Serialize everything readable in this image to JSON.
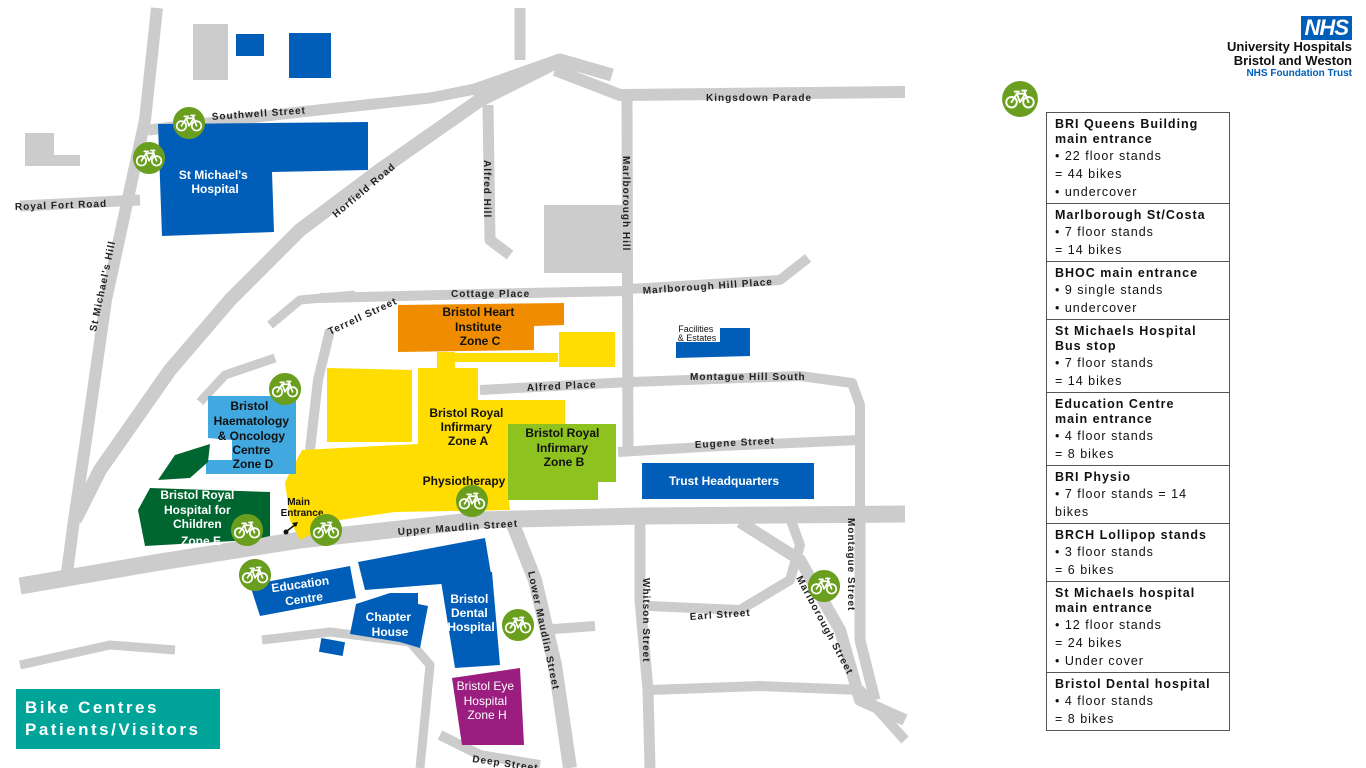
{
  "logo": {
    "badge": "NHS",
    "line1": "University Hospitals",
    "line2": "Bristol and Weston",
    "line3": "NHS Foundation Trust"
  },
  "title": {
    "line1": "Bike Centres",
    "line2": "Patients/Visitors"
  },
  "streets": {
    "southwell": "Southwell Street",
    "royal_fort": "Royal Fort Road",
    "st_michaels_hill": "St Michael's Hill",
    "horfield": "Horfield Road",
    "alfred_hill": "Alfred Hill",
    "kingsdown": "Kingsdown Parade",
    "marlborough_hill": "Marlborough Hill",
    "marlborough_hill_place": "Marlborough Hill Place",
    "cottage": "Cottage Place",
    "terrell": "Terrell Street",
    "alfred_place": "Alfred Place",
    "montague_hill_south": "Montague Hill South",
    "eugene": "Eugene Street",
    "upper_maudlin": "Upper Maudlin Street",
    "lower_maudlin": "Lower Maudlin Street",
    "whitson": "Whitson Street",
    "earl": "Earl Street",
    "marlborough_street": "Marlborough Street",
    "montague_street": "Montague Street",
    "deep": "Deep Street"
  },
  "buildings": {
    "st_michaels": [
      "St Michael's",
      "Hospital"
    ],
    "bhi": [
      "Bristol Heart",
      "Institute",
      "Zone C"
    ],
    "bri_a": [
      "Bristol Royal",
      "Infirmary",
      "Zone A"
    ],
    "bri_b": [
      "Bristol Royal",
      "Infirmary",
      "Zone B"
    ],
    "bhoc": [
      "Bristol",
      "Haematology",
      "& Oncology",
      "Centre",
      "Zone D"
    ],
    "brch": [
      "Bristol Royal",
      "Hospital for",
      "Children",
      "Zone E"
    ],
    "physio": "Physiotherapy",
    "main_entrance": [
      "Main",
      "Entrance"
    ],
    "facilities": [
      "Facilities",
      "& Estates"
    ],
    "trust_hq": "Trust Headquarters",
    "education": [
      "Education",
      "Centre"
    ],
    "chapter": [
      "Chapter",
      "House"
    ],
    "dental": [
      "Bristol",
      "Dental",
      "Hospital"
    ],
    "eye": [
      "Bristol Eye",
      "Hospital",
      "Zone H"
    ]
  },
  "legend": [
    {
      "title": [
        "BRI Queens Building",
        "main entrance"
      ],
      "lines": [
        "• 22 floor stands",
        "= 44 bikes",
        "• undercover"
      ]
    },
    {
      "title": [
        "Marlborough St/Costa"
      ],
      "lines": [
        "• 7 floor stands",
        "= 14 bikes"
      ]
    },
    {
      "title": [
        "BHOC main entrance"
      ],
      "lines": [
        "• 9 single stands",
        "• undercover"
      ]
    },
    {
      "title": [
        "St Michaels Hospital",
        "Bus stop"
      ],
      "lines": [
        "• 7 floor stands",
        "= 14 bikes"
      ]
    },
    {
      "title": [
        "Education Centre",
        "main entrance"
      ],
      "lines": [
        "• 4 floor stands",
        "= 8 bikes"
      ]
    },
    {
      "title": [
        "BRI Physio"
      ],
      "lines": [
        "• 7 floor stands = 14",
        "bikes"
      ]
    },
    {
      "title": [
        "BRCH Lollipop stands"
      ],
      "lines": [
        "• 3 floor stands",
        "= 6 bikes"
      ]
    },
    {
      "title": [
        "St Michaels hospital",
        "main entrance"
      ],
      "lines": [
        "• 12 floor stands",
        "= 24 bikes",
        "• Under cover"
      ]
    },
    {
      "title": [
        "Bristol Dental hospital"
      ],
      "lines": [
        "• 4 floor stands",
        "= 8 bikes"
      ]
    }
  ],
  "colors": {
    "road": "#cccccc",
    "nhs_blue": "#005eb8",
    "light_blue": "#41a8e0",
    "orange": "#f08c00",
    "yellow": "#ffdd00",
    "green": "#8dc21f",
    "dark_green": "#00662f",
    "purple": "#9b1d7f",
    "bike_green": "#6a9e1f",
    "teal": "#00a499"
  }
}
